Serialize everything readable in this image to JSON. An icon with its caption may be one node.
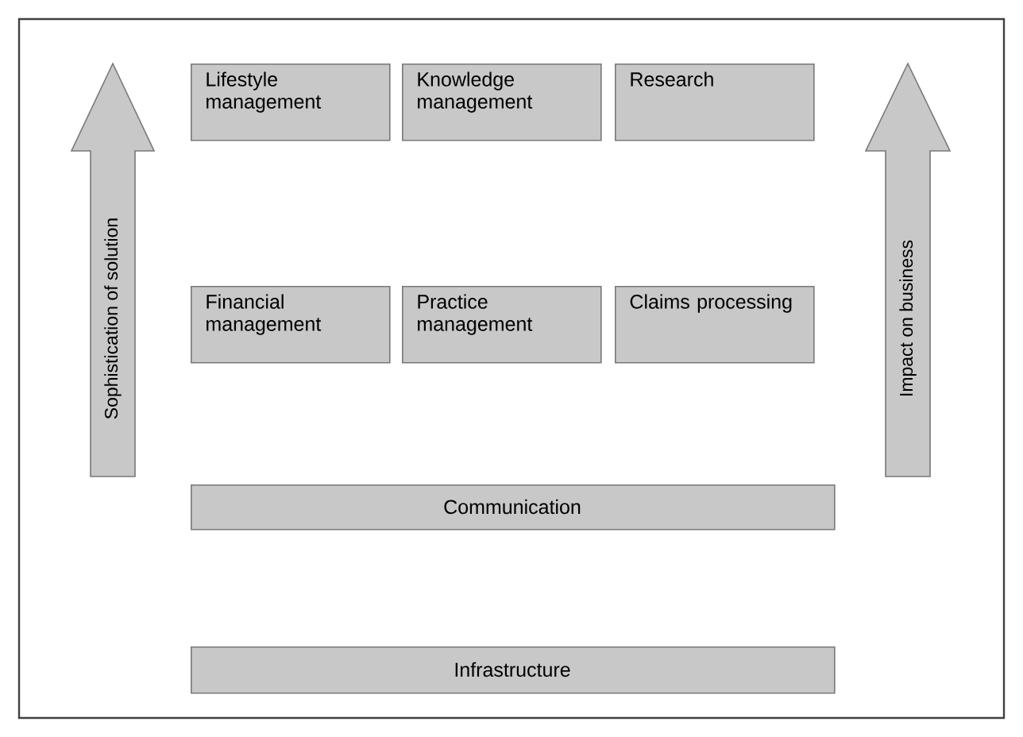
{
  "diagram": {
    "nodes": [
      {
        "text": [
          "Sophistication of solution"
        ]
      },
      {
        "text": [
          "Lifestyle management"
        ]
      },
      {
        "text": [
          "Knowledge management"
        ]
      },
      {
        "text": [
          "Research"
        ]
      },
      {
        "text": [
          "Impact on business"
        ]
      },
      {
        "text": [
          "Financial management"
        ]
      },
      {
        "text": [
          "Practice management"
        ]
      },
      {
        "text": [
          "Claims processing"
        ]
      },
      {
        "text": [
          "Communication"
        ]
      },
      {
        "text": [
          "Infrastructure"
        ]
      }
    ]
  }
}
